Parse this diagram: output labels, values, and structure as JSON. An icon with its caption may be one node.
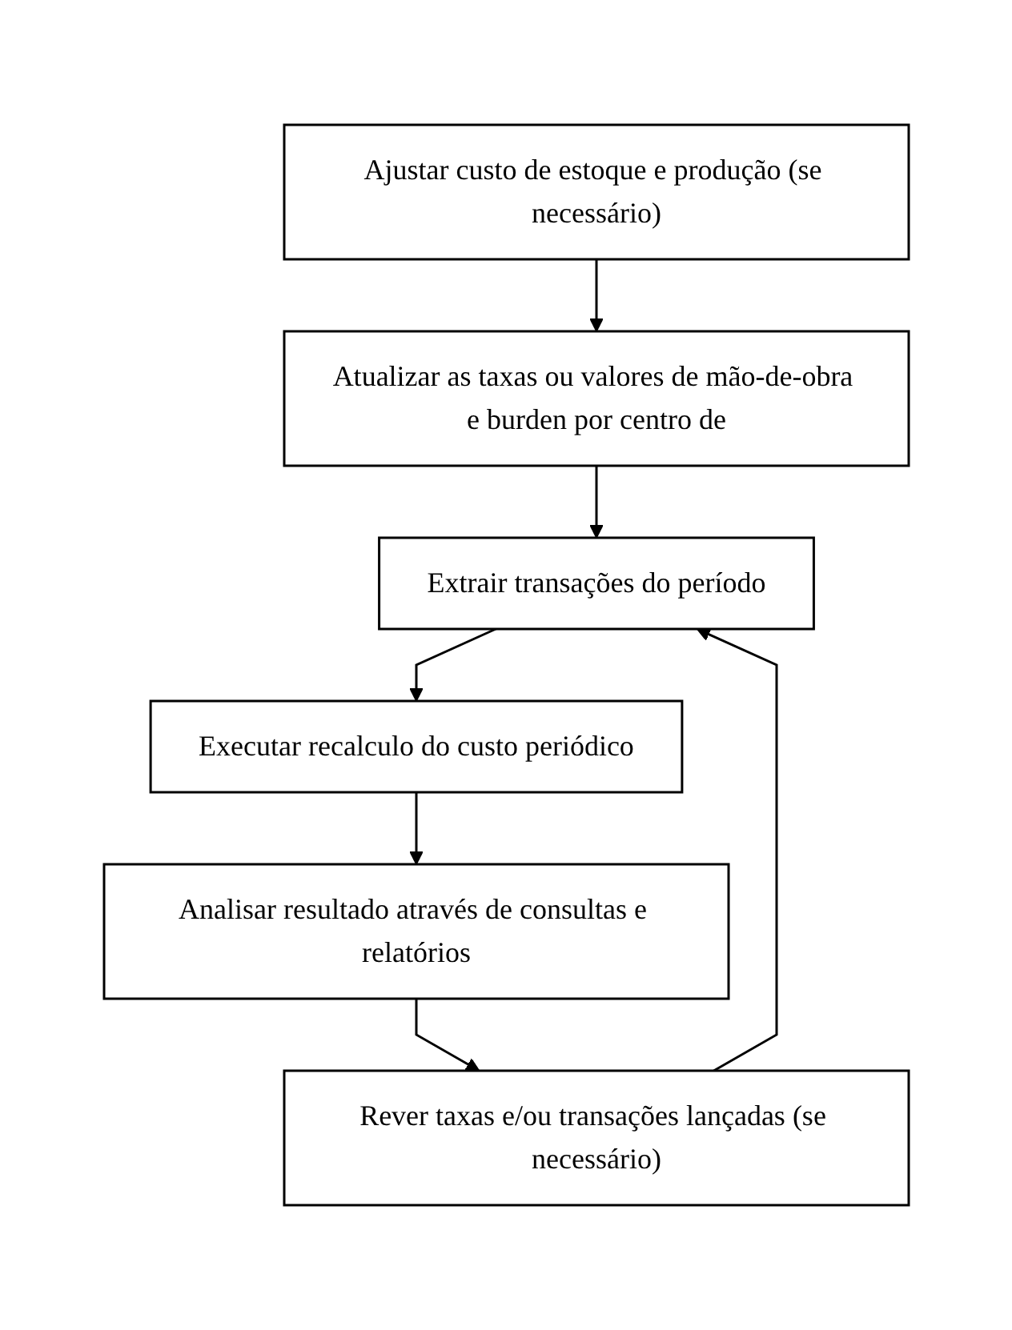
{
  "diagram": {
    "nodes": [
      {
        "text": [
          "Ajustar custo de estoque e produção (se necessário)"
        ]
      },
      {
        "text": [
          "Atualizar as taxas ou valores de mão-de-obra e burden por centro de"
        ]
      },
      {
        "text": [
          "Extrair transações do período"
        ]
      },
      {
        "text": [
          "Executar recalculo do custo periódico"
        ]
      },
      {
        "text": [
          "Analisar resultado através de consultas e relatórios"
        ]
      },
      {
        "text": [
          "Rever taxas e/ou transações lançadas (se necessário)"
        ]
      }
    ],
    "edges": [
      {
        "from": 0,
        "to": 1,
        "arrow": "to"
      },
      {
        "from": 1,
        "to": 2,
        "arrow": "to"
      },
      {
        "from": 2,
        "to": 3,
        "arrow": "to"
      },
      {
        "from": 3,
        "to": 4,
        "arrow": "to"
      },
      {
        "from": 4,
        "to": 5,
        "arrow": "to"
      },
      {
        "from": 5,
        "to": 2,
        "arrow": "to"
      }
    ]
  }
}
